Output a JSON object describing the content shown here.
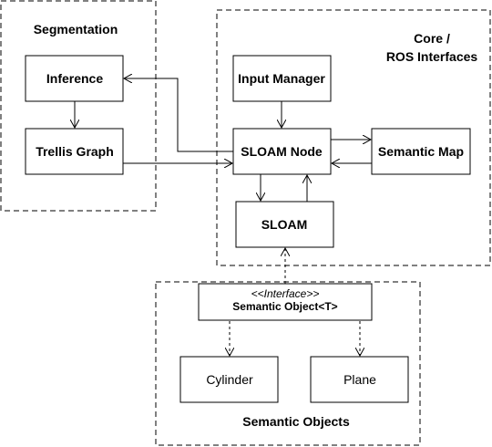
{
  "groups": {
    "segmentation": {
      "title": "Segmentation"
    },
    "core": {
      "title_line1": "Core /",
      "title_line2": "ROS Interfaces"
    },
    "semantic_objects": {
      "title": "Semantic Objects"
    }
  },
  "nodes": {
    "inference": "Inference",
    "trellis_graph": "Trellis Graph",
    "input_manager": "Input Manager",
    "sloam_node": "SLOAM Node",
    "semantic_map": "Semantic Map",
    "sloam": "SLOAM",
    "semantic_object_stereotype": "<<Interface>>",
    "semantic_object_name": "Semantic Object<T>",
    "cylinder": "Cylinder",
    "plane": "Plane"
  },
  "colors": {
    "line": "#000000",
    "group_border": "#808080",
    "background": "#ffffff"
  }
}
